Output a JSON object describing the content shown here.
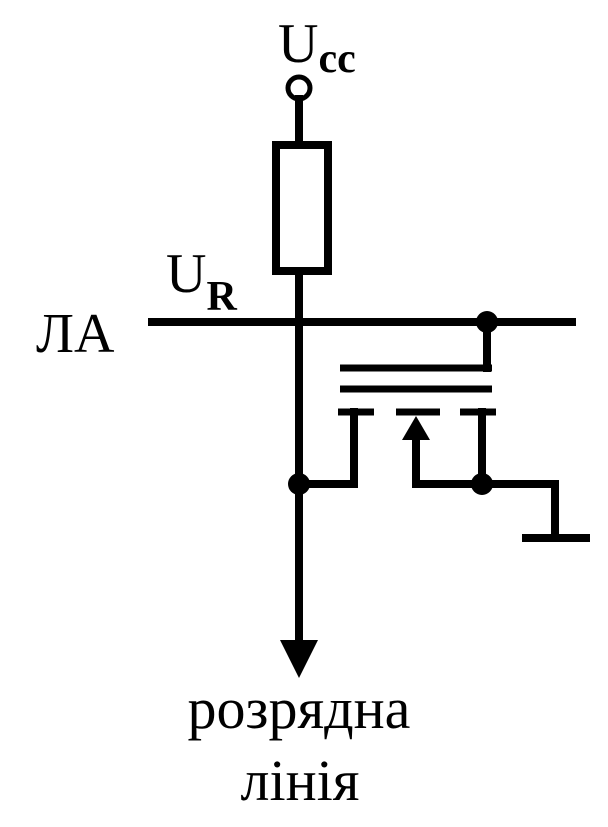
{
  "labels": {
    "supply_main": "U",
    "supply_sub": "cc",
    "resistor_voltage_main": "U",
    "resistor_voltage_sub": "R",
    "address_line": "ЛА",
    "bit_line_1": "розрядна",
    "bit_line_2": "лінія"
  },
  "colors": {
    "ink": "#000000",
    "background": "#ffffff"
  }
}
